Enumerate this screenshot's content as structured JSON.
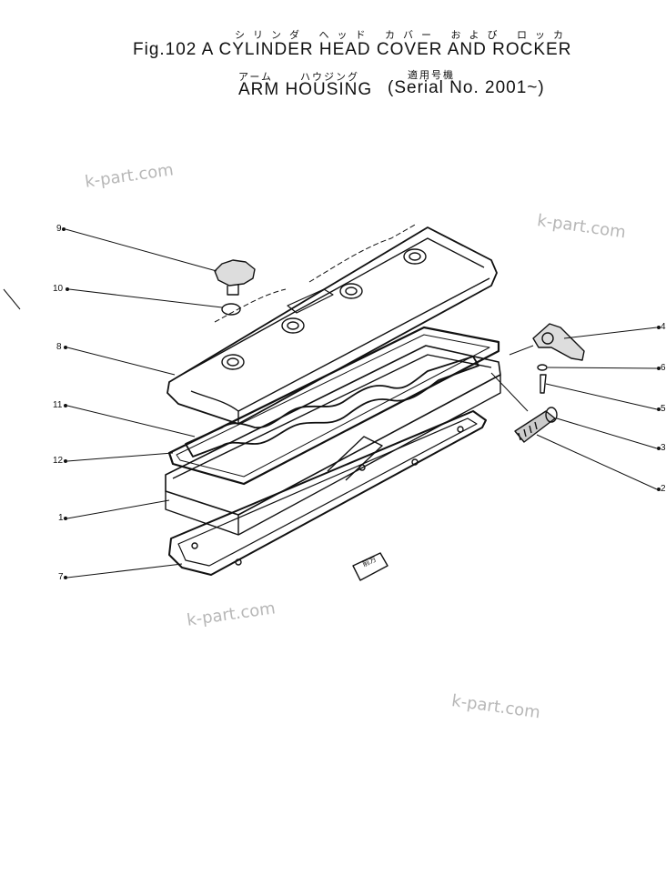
{
  "header": {
    "kana_line1": "シリンダ ヘッド カバー および ロッカ",
    "title_line1": "Fig.102 A  CYLINDER  HEAD  COVER  AND  ROCKER",
    "kana_line2a": "アーム",
    "kana_line2b": "ハウジング",
    "kana_line2c": "適用号機",
    "title_line2": "ARM  HOUSING",
    "serial": "(Serial  No.  2001~)"
  },
  "callouts": [
    "9",
    "10",
    "8",
    "11",
    "12",
    "1",
    "7",
    "4",
    "6",
    "5",
    "3",
    "2"
  ],
  "front_mark": "前方",
  "watermarks": [
    "k-part.com",
    "k-part.com",
    "k-part.com",
    "k-part.com"
  ]
}
